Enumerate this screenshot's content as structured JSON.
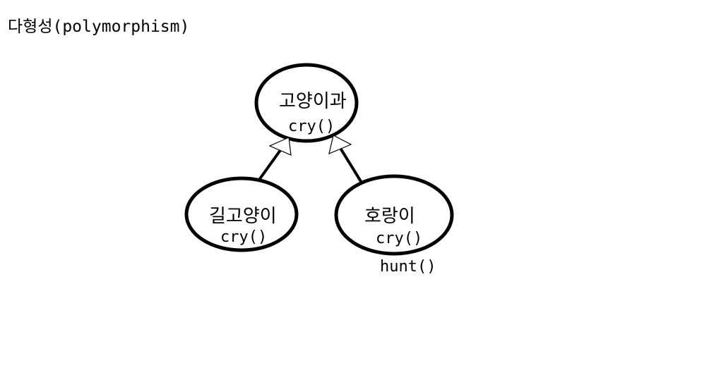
{
  "title": "다형성(polymorphism)",
  "parent": {
    "name": "고양이과",
    "methods": [
      "cry()"
    ]
  },
  "children": [
    {
      "name": "길고양이",
      "methods": [
        "cry()"
      ]
    },
    {
      "name": "호랑이",
      "methods": [
        "cry()",
        "hunt()"
      ]
    }
  ],
  "colors": {
    "stroke": "#000000",
    "background": "#ffffff"
  }
}
